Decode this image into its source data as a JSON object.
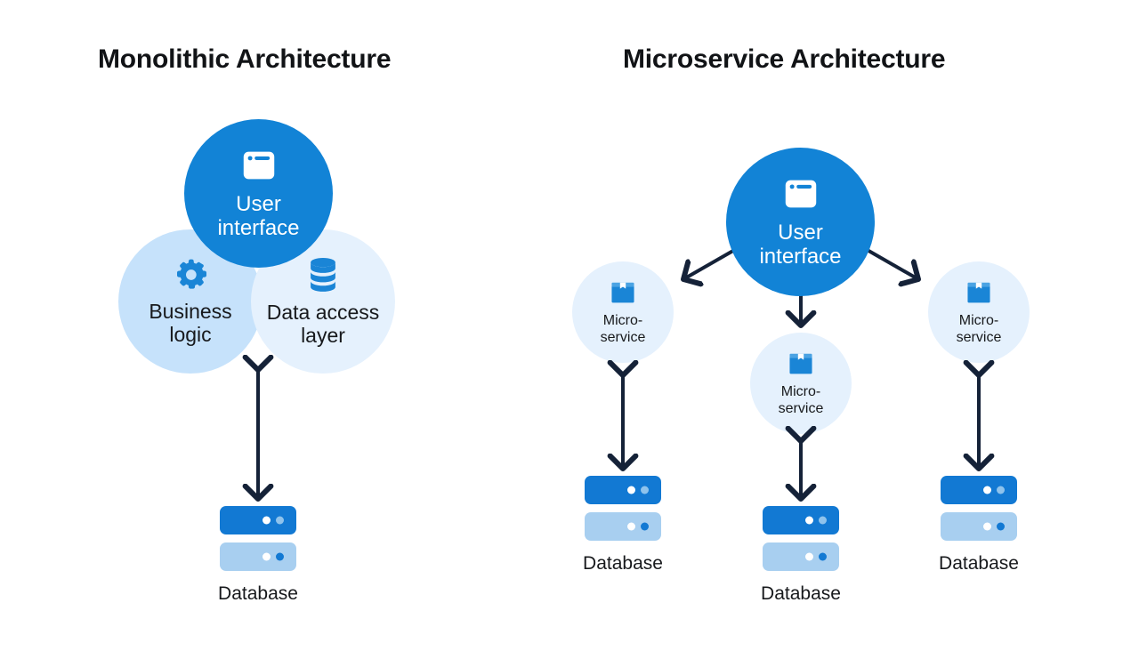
{
  "panels": {
    "monolith": {
      "title": "Monolithic Architecture",
      "nodes": [
        {
          "id": "user-interface",
          "label": "User\ninterface",
          "icon": "window-ui-icon",
          "style": "primary"
        },
        {
          "id": "business-logic",
          "label": "Business\nlogic",
          "icon": "gear-icon",
          "style": "pale-strong"
        },
        {
          "id": "data-access-layer",
          "label": "Data access\nlayer",
          "icon": "database-cylinder-icon",
          "style": "pale-soft"
        }
      ],
      "database": {
        "label": "Database",
        "icon": "server-stack-icon"
      },
      "connector": {
        "type": "double-arrow",
        "from": "data-access-layer",
        "to": "database"
      }
    },
    "microservice": {
      "title": "Microservice Architecture",
      "root": {
        "id": "user-interface",
        "label": "User\ninterface",
        "icon": "window-ui-icon",
        "style": "primary"
      },
      "services": [
        {
          "id": "microservice-left",
          "label": "Micro-\nservice",
          "icon": "package-box-icon",
          "database": {
            "label": "Database",
            "icon": "server-stack-icon"
          }
        },
        {
          "id": "microservice-mid",
          "label": "Micro-\nservice",
          "icon": "package-box-icon",
          "database": {
            "label": "Database",
            "icon": "server-stack-icon"
          }
        },
        {
          "id": "microservice-right",
          "label": "Micro-\nservice",
          "icon": "package-box-icon",
          "database": {
            "label": "Database",
            "icon": "server-stack-icon"
          }
        }
      ],
      "connectors": [
        {
          "type": "single-arrow",
          "from": "user-interface",
          "to": "microservice-left"
        },
        {
          "type": "single-arrow",
          "from": "user-interface",
          "to": "microservice-mid"
        },
        {
          "type": "single-arrow",
          "from": "user-interface",
          "to": "microservice-right"
        },
        {
          "type": "double-arrow",
          "from": "microservice-left",
          "to": "database-left"
        },
        {
          "type": "double-arrow",
          "from": "microservice-mid",
          "to": "database-mid"
        },
        {
          "type": "double-arrow",
          "from": "microservice-right",
          "to": "database-right"
        }
      ]
    }
  },
  "colors": {
    "primary_blue": "#1283d6",
    "icon_blue": "#1a85d6",
    "pale_strong": "#c6e2fb",
    "pale_soft": "#e5f1fd",
    "server_top": "#1279d3",
    "server_bottom": "#a8cff0",
    "arrow": "#152238",
    "text": "#17191c",
    "title_text": "#111316",
    "background": "#ffffff"
  }
}
